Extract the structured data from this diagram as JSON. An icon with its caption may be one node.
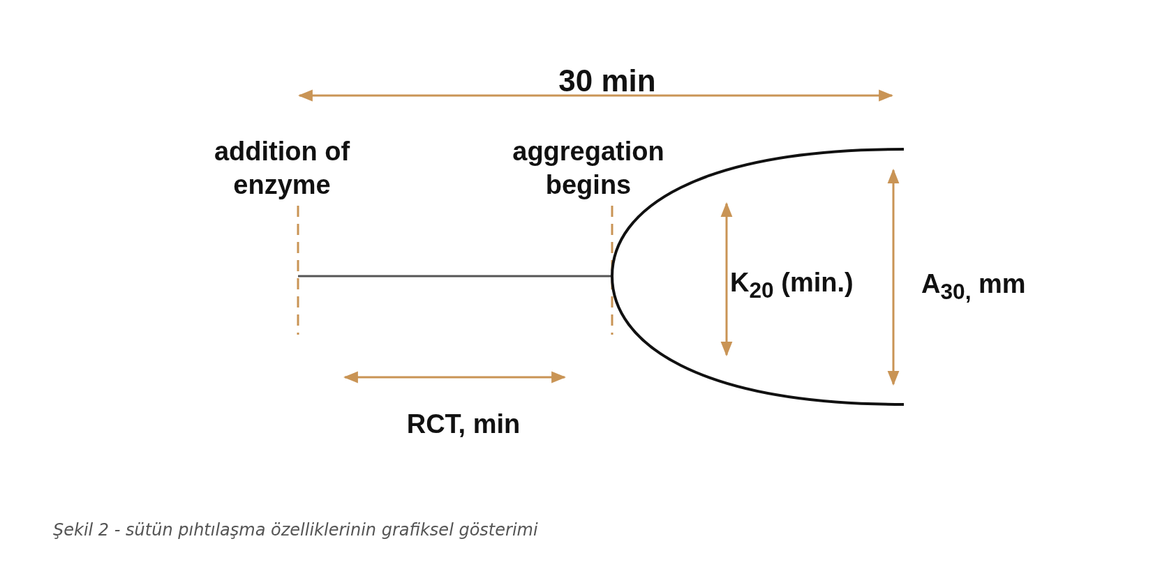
{
  "diagram": {
    "caption": "Şekil 2 - sütün pıhtılaşma özelliklerinin grafiksel gösterimi",
    "labels": [
      "30 min",
      "addition of enzyme",
      "aggregation begins",
      "K$_{20}$ (min.)",
      "A$_{30,}$ mm",
      "RCT, min"
    ]
  }
}
